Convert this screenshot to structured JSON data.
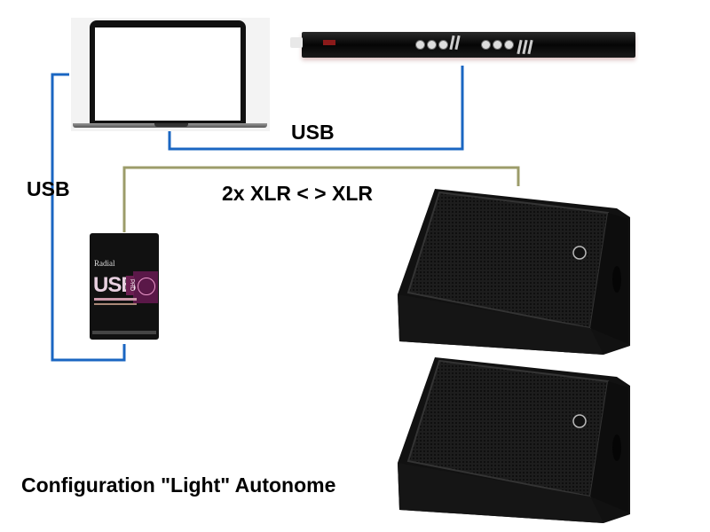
{
  "diagram": {
    "title": "Configuration \"Light\" Autonome",
    "devices": {
      "laptop": {
        "name": "Laptop"
      },
      "wind_controller": {
        "name": "EWI wind controller"
      },
      "di_box": {
        "name": "Radial USB Pro",
        "brand": "Radial",
        "model_main": "USB",
        "model_suffix": "PRO"
      },
      "speakers": [
        {
          "name": "Yamaha stage monitor 1"
        },
        {
          "name": "Yamaha stage monitor 2"
        }
      ]
    },
    "connections": [
      {
        "label": "USB",
        "from": "wind_controller",
        "to": "laptop",
        "color": "#1a66c2"
      },
      {
        "label": "USB",
        "from": "laptop",
        "to": "di_box",
        "color": "#1a66c2"
      },
      {
        "label": "2x XLR < > XLR",
        "from": "di_box",
        "to": "speakers",
        "color": "#9c9c6a"
      }
    ]
  }
}
